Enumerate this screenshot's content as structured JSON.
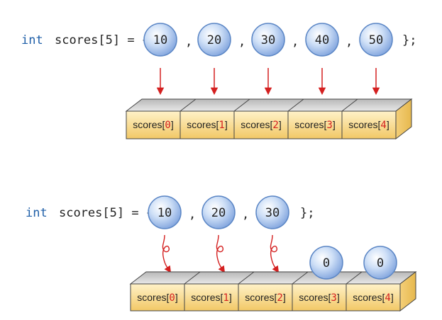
{
  "top": {
    "kw": "int",
    "decl": "scores[5] = {",
    "values": [
      "10",
      "20",
      "30",
      "40",
      "50"
    ],
    "separator": ",",
    "close": "};",
    "cells": [
      {
        "name": "scores",
        "idx": "0"
      },
      {
        "name": "scores",
        "idx": "1"
      },
      {
        "name": "scores",
        "idx": "2"
      },
      {
        "name": "scores",
        "idx": "3"
      },
      {
        "name": "scores",
        "idx": "4"
      }
    ]
  },
  "bottom": {
    "kw": "int",
    "decl": "scores[5] = {",
    "values": [
      "10",
      "20",
      "30"
    ],
    "separator": ",",
    "close": "};",
    "defaults": [
      "0",
      "0"
    ],
    "cells": [
      {
        "name": "scores",
        "idx": "0"
      },
      {
        "name": "scores",
        "idx": "1"
      },
      {
        "name": "scores",
        "idx": "2"
      },
      {
        "name": "scores",
        "idx": "3"
      },
      {
        "name": "scores",
        "idx": "4"
      }
    ]
  },
  "colors": {
    "keyword": "#1f5fa8",
    "index": "#d42020",
    "arrow": "#d42020",
    "ball_fill": "#a9c6ee",
    "ball_stroke": "#5b86c5",
    "cell_fill": "#f7d889",
    "cell_stroke": "#444444"
  }
}
